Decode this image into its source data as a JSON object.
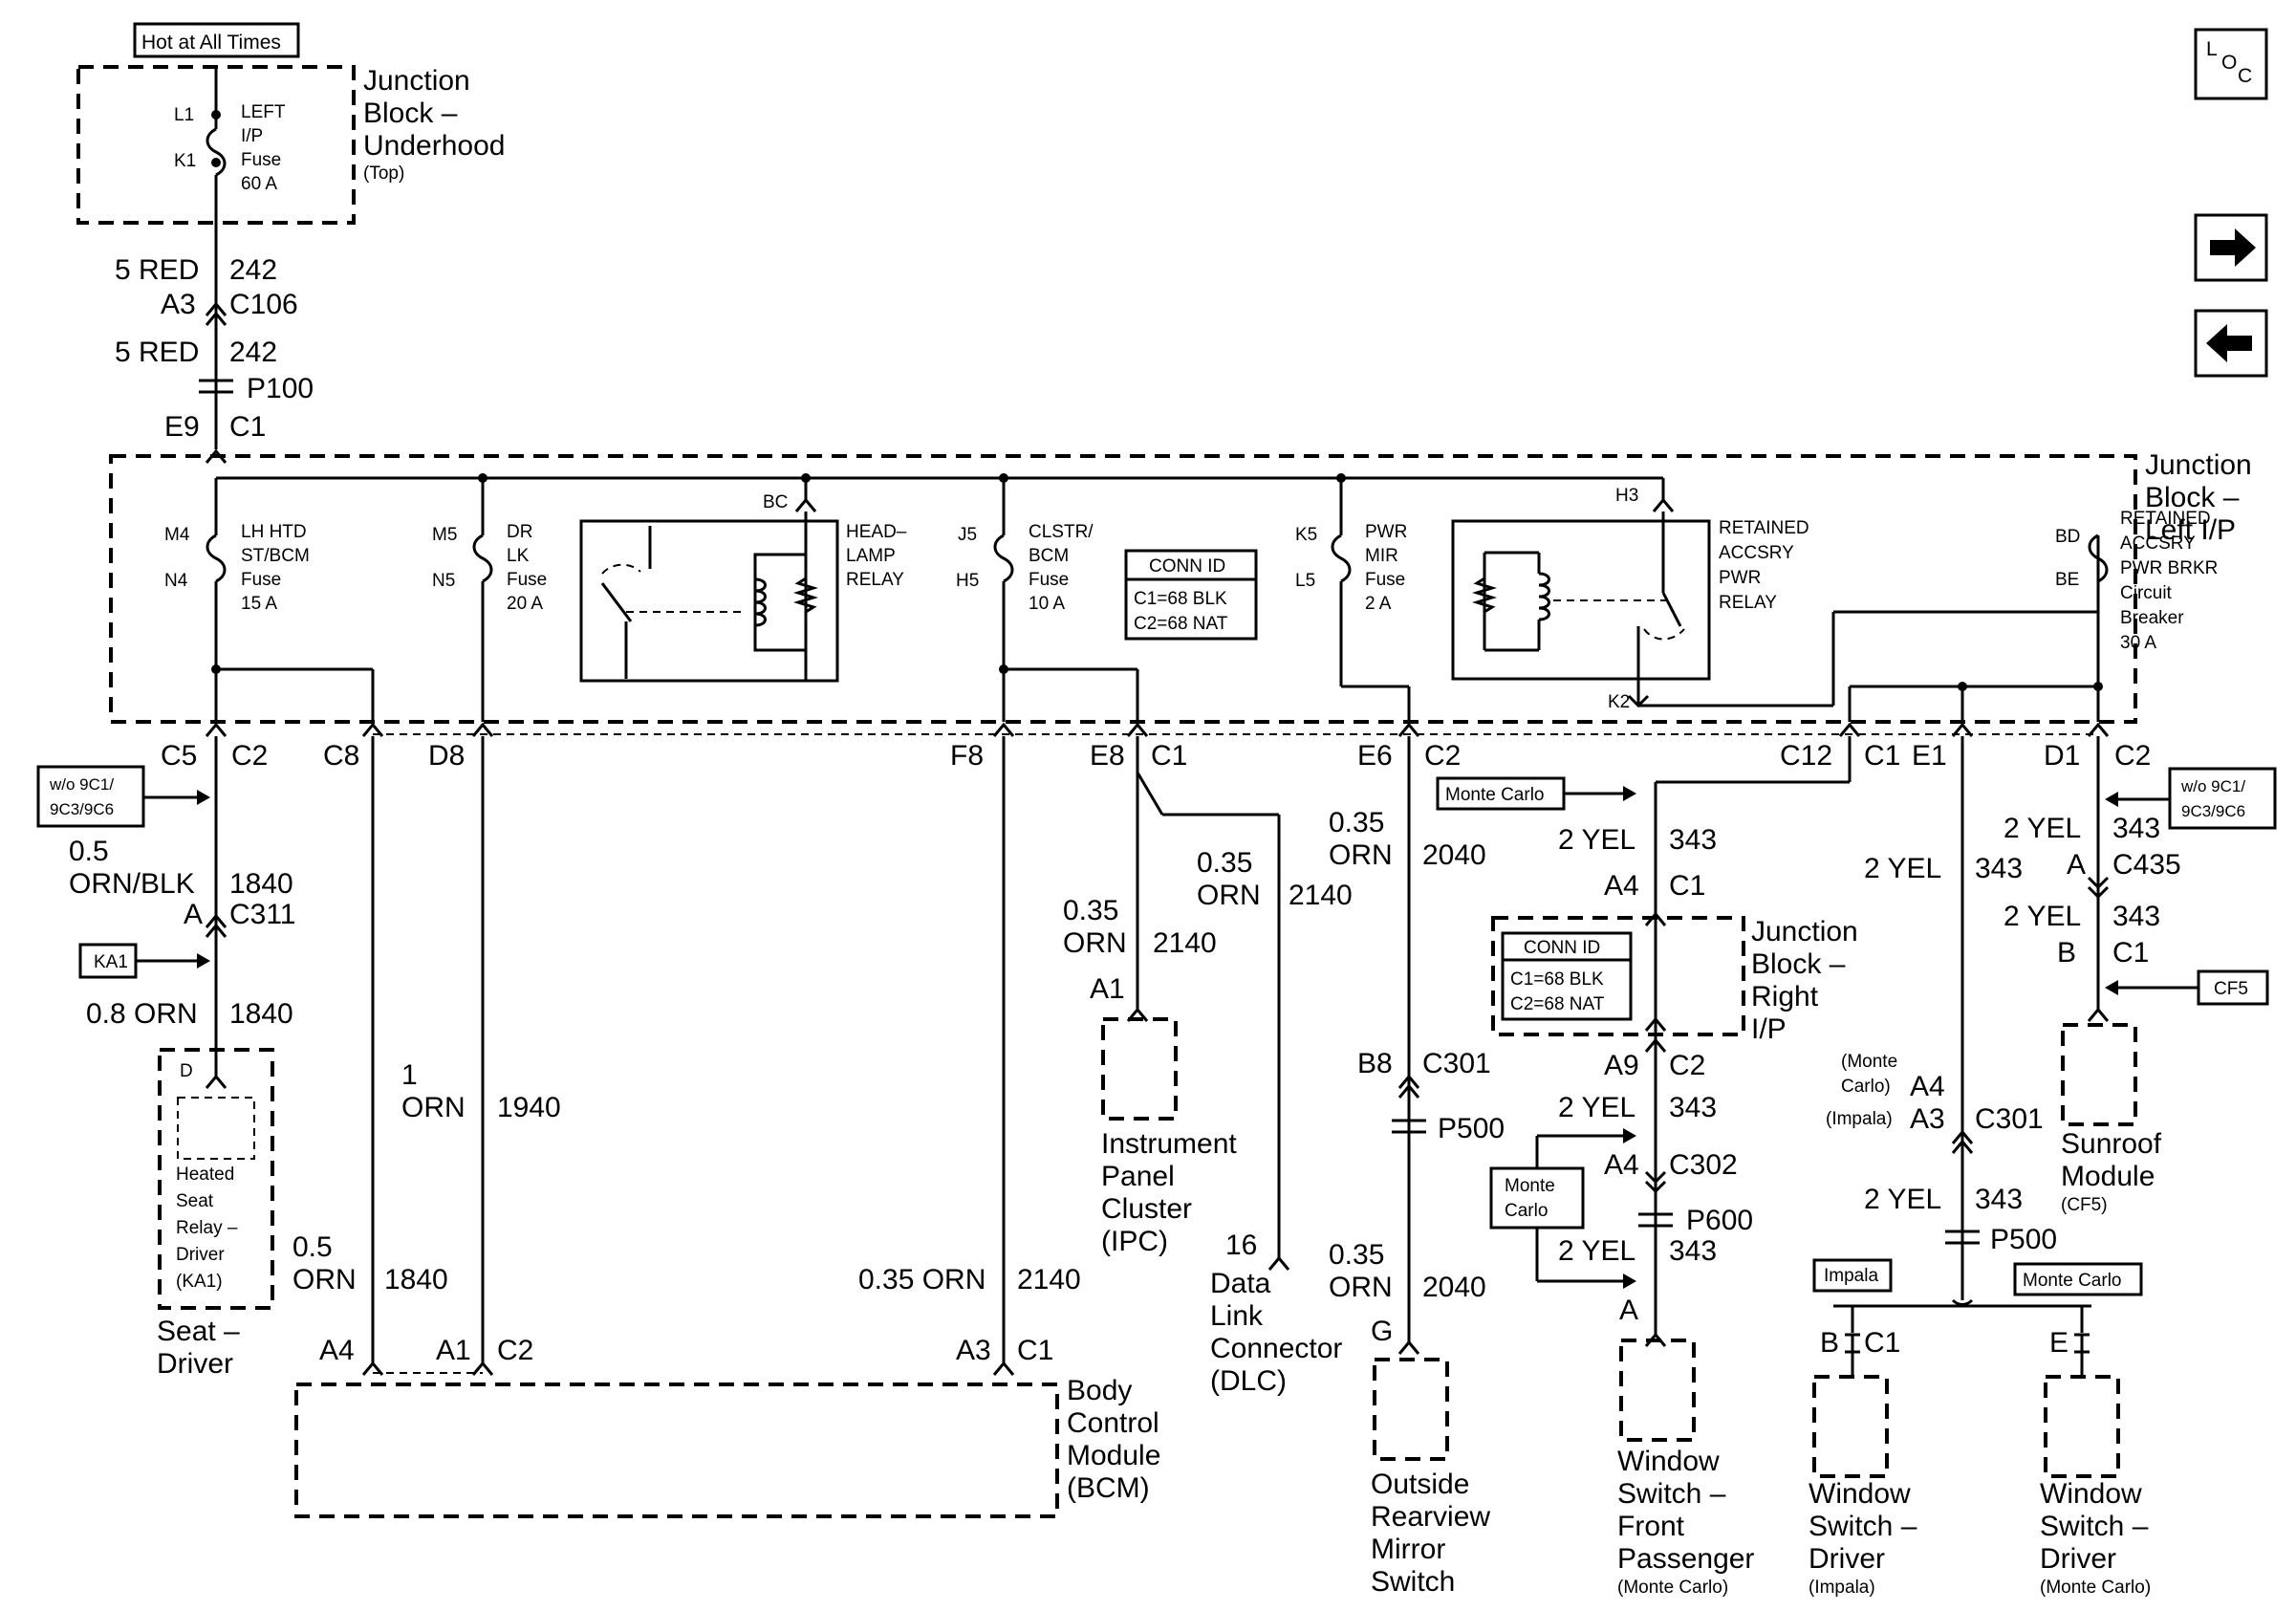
{
  "nav": {
    "loc_label": "LOC",
    "next_icon": "arrow-right-icon",
    "prev_icon": "arrow-left-icon"
  },
  "tags": {
    "hot": "Hot at All Times",
    "wo9c1_left_1": "w/o 9C1/",
    "wo9c1_left_2": "9C3/9C6",
    "ka1": "KA1",
    "monte_carlo_1": "Monte Carlo",
    "wo9c1_right_1": "w/o 9C1/",
    "wo9c1_right_2": "9C3/9C6",
    "cf5": "CF5",
    "monte_carlo_2_1": "Monte",
    "monte_carlo_2_2": "Carlo",
    "impala": "Impala",
    "monte_carlo_3": "Monte Carlo"
  },
  "junction_underhood": {
    "title_1": "Junction",
    "title_2": "Block –",
    "title_3": "Underhood",
    "title_4": "(Top)",
    "pin_l1": "L1",
    "pin_k1": "K1",
    "fuse_1": "LEFT",
    "fuse_2": "I/P",
    "fuse_3": "Fuse",
    "fuse_4": "60 A"
  },
  "feed": {
    "w1_size": "5 RED",
    "w1_circuit": "242",
    "c106_pin": "A3",
    "c106": "C106",
    "w2_size": "5 RED",
    "w2_circuit": "242",
    "p100": "P100",
    "e9": "E9",
    "c1": "C1"
  },
  "junction_left_ip": {
    "title_1": "Junction",
    "title_2": "Block –",
    "title_3": "Left I/P",
    "f1_pin_top": "M4",
    "f1_pin_bot": "N4",
    "f1_1": "LH HTD",
    "f1_2": "ST/BCM",
    "f1_3": "Fuse",
    "f1_4": "15 A",
    "f2_pin_top": "M5",
    "f2_pin_bot": "N5",
    "f2_1": "DR",
    "f2_2": "LK",
    "f2_3": "Fuse",
    "f2_4": "20 A",
    "bc": "BC",
    "relay1_1": "HEAD–",
    "relay1_2": "LAMP",
    "relay1_3": "RELAY",
    "f3_pin_top": "J5",
    "f3_pin_bot": "H5",
    "f3_1": "CLSTR/",
    "f3_2": "BCM",
    "f3_3": "Fuse",
    "f3_4": "10 A",
    "conn_title": "CONN ID",
    "conn_1": "C1=68 BLK",
    "conn_2": "C2=68 NAT",
    "f4_pin_top": "K5",
    "f4_pin_bot": "L5",
    "f4_1": "PWR",
    "f4_2": "MIR",
    "f4_3": "Fuse",
    "f4_4": "2 A",
    "h3": "H3",
    "k2": "K2",
    "relay2_1": "RETAINED",
    "relay2_2": "ACCSRY",
    "relay2_3": "PWR",
    "relay2_4": "RELAY",
    "cb_pin_top": "BD",
    "cb_pin_bot": "BE",
    "cb_1": "RETAINED",
    "cb_2": "ACCSRY",
    "cb_3": "PWR BRKR",
    "cb_4": "Circuit",
    "cb_5": "Breaker",
    "cb_6": "30 A"
  },
  "outputs": {
    "c5": "C5",
    "c2a": "C2",
    "c8": "C8",
    "d8": "D8",
    "f8": "F8",
    "e8": "E8",
    "c1a": "C1",
    "e6": "E6",
    "c2b": "C2",
    "c12": "C12",
    "c1b": "C1",
    "e1": "E1",
    "d1": "D1",
    "c2c": "C2"
  },
  "seat": {
    "w1_size_1": "0.5",
    "w1_size_2": "ORN/BLK",
    "w1_circuit": "1840",
    "c311_pin": "A",
    "c311": "C311",
    "w2_size": "0.8 ORN",
    "w2_circuit": "1840",
    "pin_d": "D",
    "relay_1": "Heated",
    "relay_2": "Seat",
    "relay_3": "Relay –",
    "relay_4": "Driver",
    "relay_5": "(KA1)",
    "label_1": "Seat –",
    "label_2": "Driver"
  },
  "bcm": {
    "w_c8_size_1": "0.5",
    "w_c8_size_2": "ORN",
    "w_c8_circuit": "1840",
    "w_d8_size_1": "1",
    "w_d8_size_2": "ORN",
    "w_d8_circuit": "1940",
    "w_f8_size": "0.35 ORN",
    "w_f8_circuit": "2140",
    "pin_a4": "A4",
    "pin_a1": "A1",
    "c2": "C2",
    "pin_a3": "A3",
    "c1": "C1",
    "label_1": "Body",
    "label_2": "Control",
    "label_3": "Module",
    "label_4": "(BCM)"
  },
  "ipc": {
    "w_size_1": "0.35",
    "w_size_2": "ORN",
    "w_circuit": "2140",
    "pin": "A1",
    "label_1": "Instrument",
    "label_2": "Panel",
    "label_3": "Cluster",
    "label_4": "(IPC)"
  },
  "dlc": {
    "w_size_1": "0.35",
    "w_size_2": "ORN",
    "w_circuit": "2140",
    "pin": "16",
    "label_1": "Data",
    "label_2": "Link",
    "label_3": "Connector",
    "label_4": "(DLC)"
  },
  "mirror": {
    "w1_size_1": "0.35",
    "w1_size_2": "ORN",
    "w1_circuit": "2040",
    "b8": "B8",
    "c301": "C301",
    "p500": "P500",
    "w2_size_1": "0.35",
    "w2_size_2": "ORN",
    "w2_circuit": "2040",
    "pin_g": "G",
    "label_1": "Outside",
    "label_2": "Rearview",
    "label_3": "Mirror",
    "label_4": "Switch"
  },
  "front_passenger": {
    "w1_size": "2 YEL",
    "w1_circuit": "343",
    "a4": "A4",
    "c1": "C1",
    "jb_1": "Junction",
    "jb_2": "Block –",
    "jb_3": "Right",
    "jb_4": "I/P",
    "conn_title": "CONN ID",
    "conn_1": "C1=68 BLK",
    "conn_2": "C2=68 NAT",
    "a9": "A9",
    "c2": "C2",
    "w2_size": "2 YEL",
    "w2_circuit": "343",
    "a4b": "A4",
    "c302": "C302",
    "p600": "P600",
    "w3_size": "2 YEL",
    "w3_circuit": "343",
    "pin_a": "A",
    "label_1": "Window",
    "label_2": "Switch –",
    "label_3": "Front",
    "label_4": "Passenger",
    "label_5": "(Monte Carlo)"
  },
  "driver_window": {
    "w1_size": "2 YEL",
    "w1_circuit": "343",
    "mc_1": "(Monte",
    "mc_2": "Carlo)",
    "a4": "A4",
    "impala_note": "(Impala)",
    "a3": "A3",
    "c301": "C301",
    "w2_size": "2 YEL",
    "w2_circuit": "343",
    "p500": "P500",
    "pin_b": "B",
    "c1": "C1",
    "pin_e": "E",
    "imp_1": "Window",
    "imp_2": "Switch –",
    "imp_3": "Driver",
    "imp_4": "(Impala)",
    "mc_label_1": "Window",
    "mc_label_2": "Switch –",
    "mc_label_3": "Driver",
    "mc_label_4": "(Monte Carlo)"
  },
  "sunroof": {
    "w1_size": "2 YEL",
    "w1_circuit": "343",
    "a": "A",
    "c435": "C435",
    "w2_size": "2 YEL",
    "w2_circuit": "343",
    "b": "B",
    "c1": "C1",
    "label_1": "Sunroof",
    "label_2": "Module",
    "label_3": "(CF5)"
  }
}
